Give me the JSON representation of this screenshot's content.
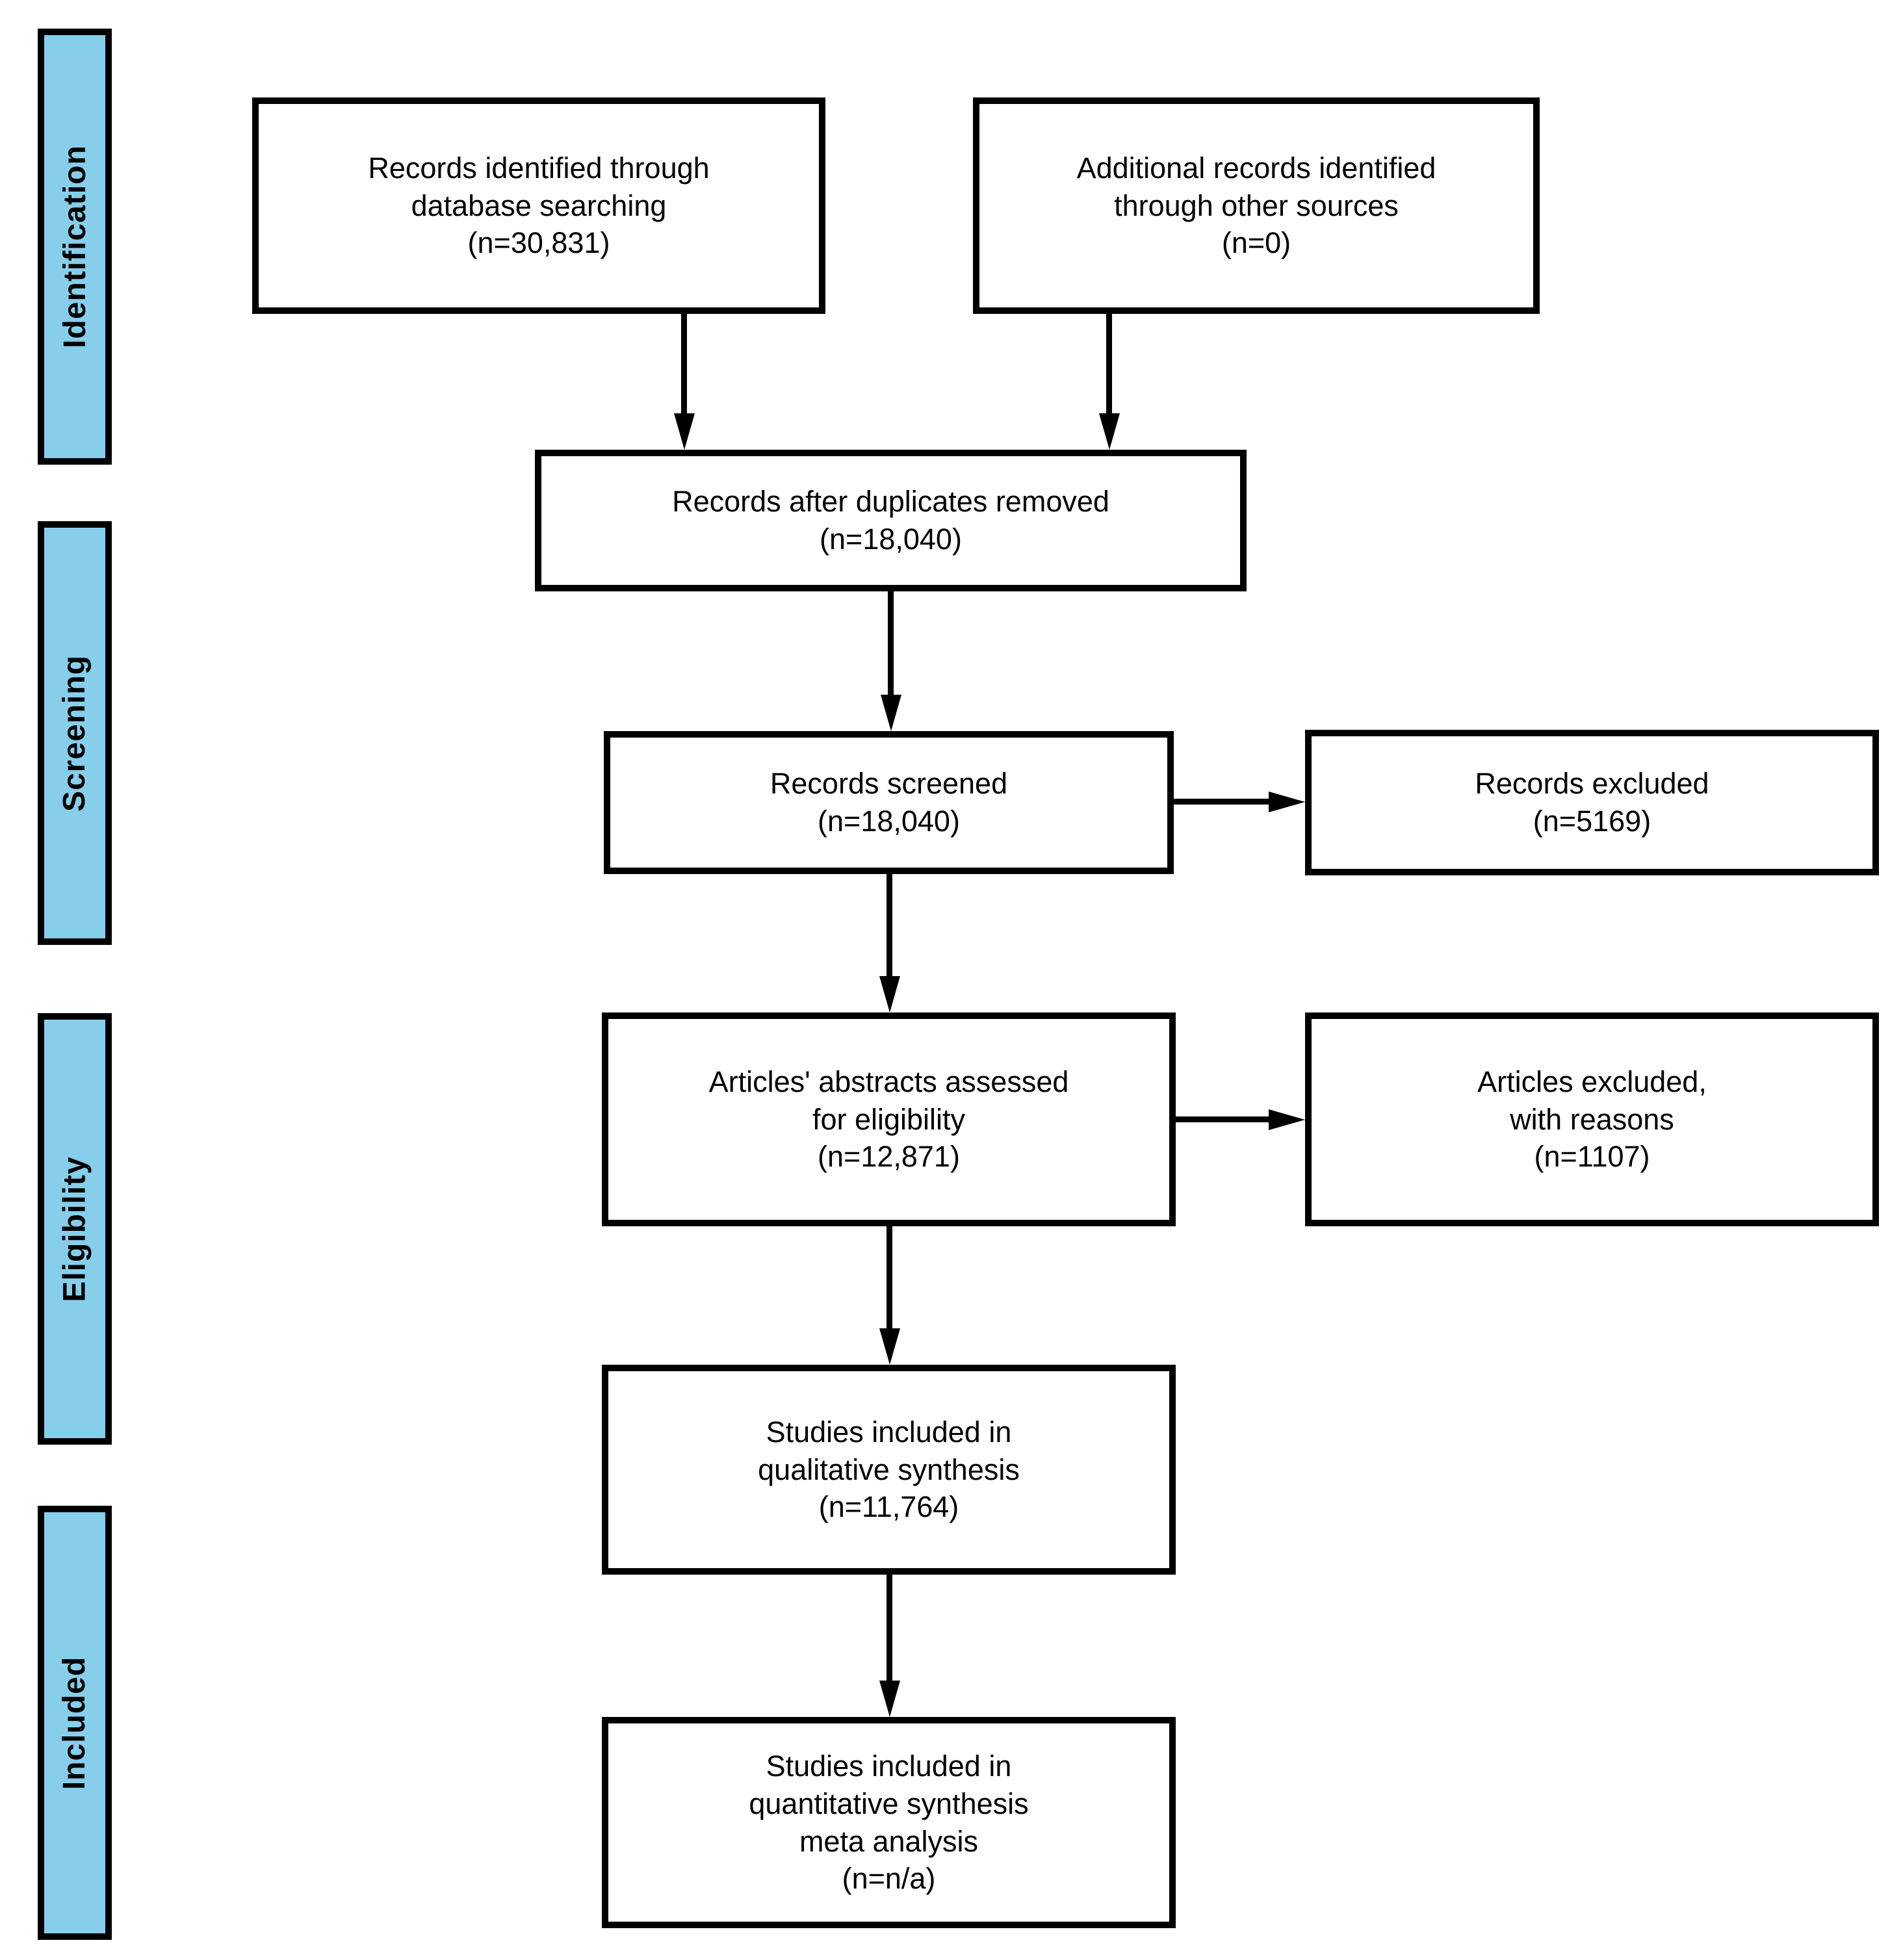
{
  "diagram_type": "prisma-flow-diagram",
  "sidebar": {
    "items": [
      {
        "id": "identification",
        "label": "Identification"
      },
      {
        "id": "screening",
        "label": "Screening"
      },
      {
        "id": "eligibility",
        "label": "Eligibility"
      },
      {
        "id": "included",
        "label": "Included"
      }
    ]
  },
  "flow": {
    "records_identified": {
      "lines": [
        "Records identified through",
        "database searching",
        "(n=30,831)"
      ],
      "n": "30,831"
    },
    "additional_records": {
      "lines": [
        "Additional records identified",
        "through other sources",
        "(n=0)"
      ],
      "n": "0"
    },
    "duplicates_removed": {
      "lines": [
        "Records after duplicates removed",
        "(n=18,040)"
      ],
      "n": "18,040"
    },
    "records_screened": {
      "lines": [
        "Records screened",
        "(n=18,040)"
      ],
      "n": "18,040"
    },
    "records_excluded": {
      "lines": [
        "Records excluded",
        "(n=5169)"
      ],
      "n": "5169"
    },
    "abstracts_assessed": {
      "lines": [
        "Articles' abstracts assessed",
        "for eligibility",
        "(n=12,871)"
      ],
      "n": "12,871"
    },
    "articles_excluded": {
      "lines": [
        "Articles excluded,",
        "with reasons",
        "(n=1107)"
      ],
      "n": "1107"
    },
    "qualitative_synthesis": {
      "lines": [
        "Studies included in",
        "qualitative synthesis",
        "(n=11,764)"
      ],
      "n": "11,764"
    },
    "quantitative_synthesis": {
      "lines": [
        "Studies included in",
        "quantitative synthesis",
        "meta analysis",
        "(n=n/a)"
      ],
      "n": "n/a"
    }
  },
  "colors": {
    "stage_fill": "#87CEEB",
    "border": "#000000",
    "background": "#FFFFFF"
  }
}
